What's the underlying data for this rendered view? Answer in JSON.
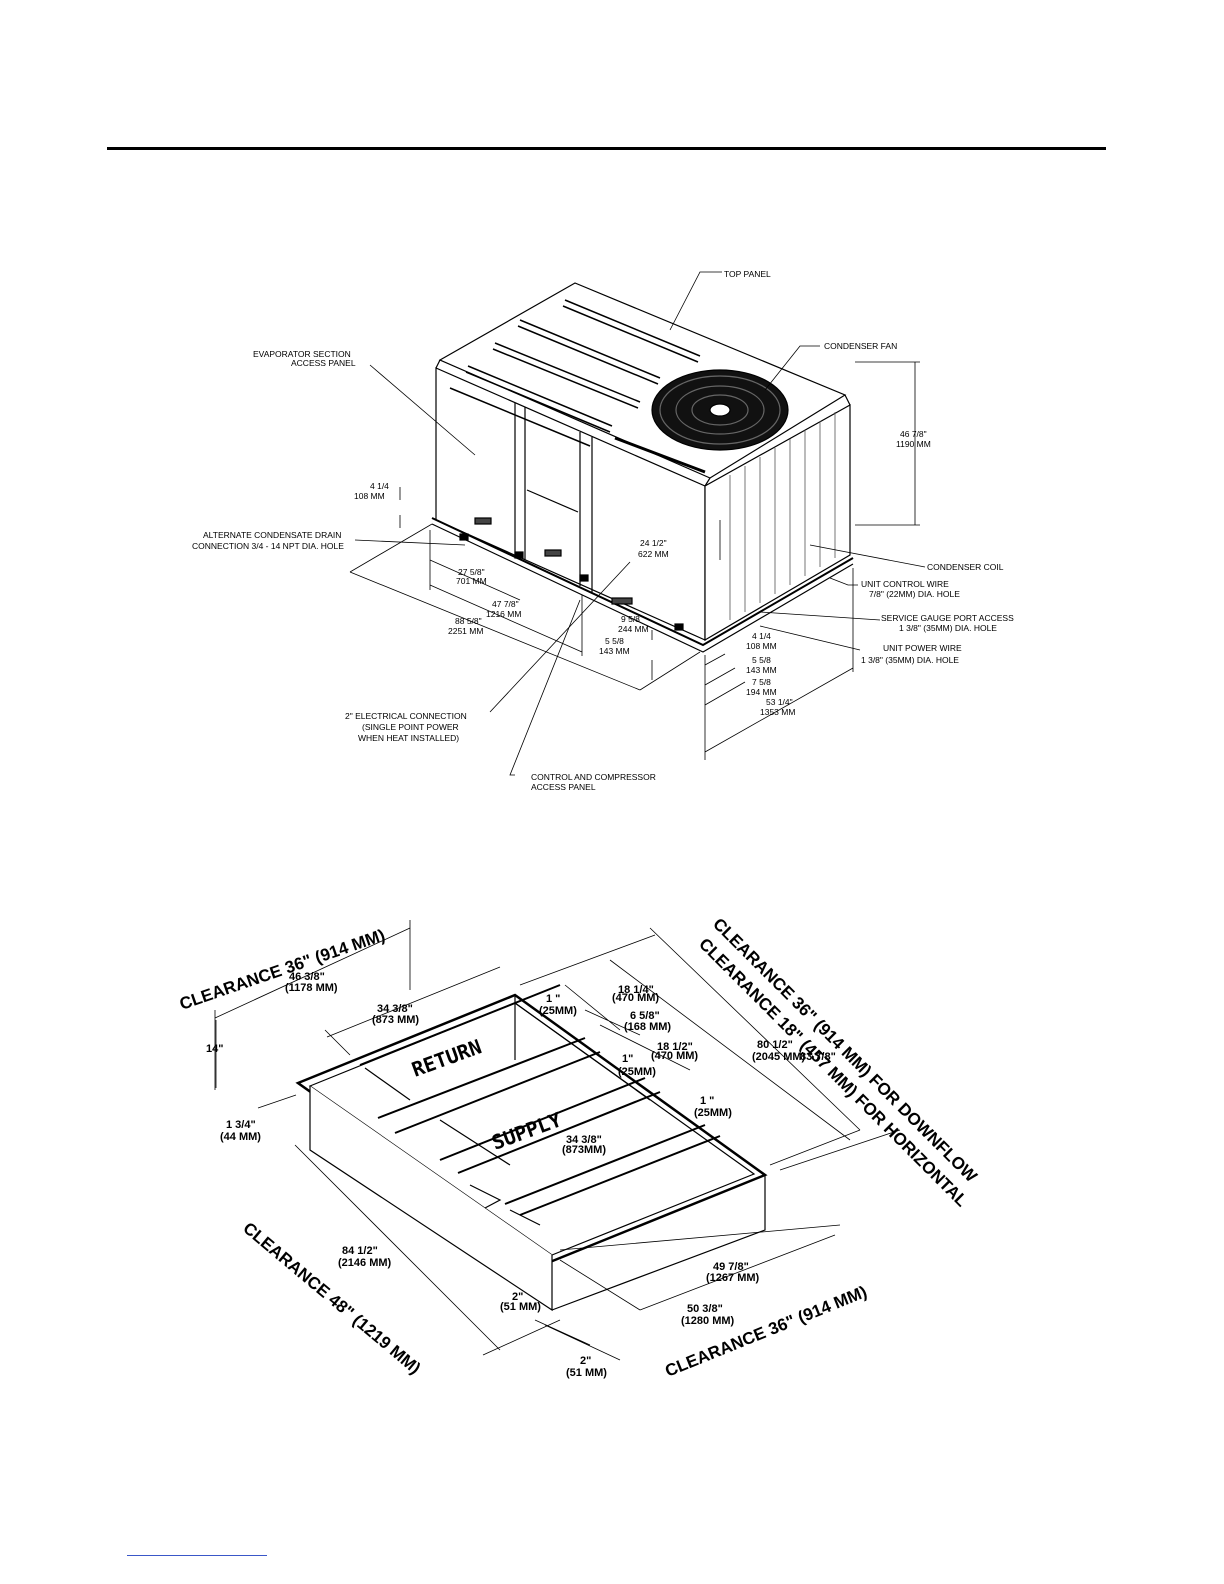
{
  "unit_labels": {
    "top_panel": "TOP PANEL",
    "condenser_fan": "CONDENSER FAN",
    "evap_access_1": "EVAPORATOR SECTION",
    "evap_access_2": "ACCESS PANEL",
    "alt_drain_1": "ALTERNATE CONDENSATE DRAIN",
    "alt_drain_2": "CONNECTION  3/4 - 14 NPT DIA. HOLE",
    "condenser_coil": "CONDENSER COIL",
    "control_wire_1": "UNIT CONTROL WIRE",
    "control_wire_2": "7/8\" (22MM) DIA. HOLE",
    "gauge_port_1": "SERVICE GAUGE PORT ACCESS",
    "gauge_port_2": "1 3/8\" (35MM) DIA. HOLE",
    "power_wire_1": "UNIT POWER WIRE",
    "power_wire_2": "1 3/8\" (35MM) DIA. HOLE",
    "elec_1": "2\" ELECTRICAL CONNECTION",
    "elec_2": "(SINGLE POINT POWER",
    "elec_3": "WHEN HEAT INSTALLED)",
    "ctrl_panel_1": "CONTROL AND COMPRESSOR",
    "ctrl_panel_2": "ACCESS PANEL"
  },
  "unit_dims": {
    "height_in": "46 7/8\"",
    "height_mm": "1190 MM",
    "d1_in": "4 1/4",
    "d1_mm": "108 MM",
    "d2_in": "24 1/2\"",
    "d2_mm": "622 MM",
    "d3_in": "27 5/8\"",
    "d3_mm": "701 MM",
    "d4_in": "47 7/8\"",
    "d4_mm": "1216 MM",
    "d5_in": "88 5/8\"",
    "d5_mm": "2251 MM",
    "d6_in": "9 5/8",
    "d6_mm": "244 MM",
    "d7_in": "5 5/8",
    "d7_mm": "143 MM",
    "d8_in": "4 1/4",
    "d8_mm": "108 MM",
    "d9_in": "5 5/8",
    "d9_mm": "143 MM",
    "d10_in": "7 5/8",
    "d10_mm": "194 MM",
    "d11_in": "53 1/4\"",
    "d11_mm": "1353 MM"
  },
  "curb": {
    "clear_top_left": "CLEARANCE 36\" (914 MM)",
    "clear_right_1": "CLEARANCE 36\" (914 MM) FOR DOWNFLOW",
    "clear_right_2": "CLEARANCE 18\" (457 MM) FOR HORIZONTAL",
    "clear_bottom_left": "CLEARANCE 48\" (1219 MM)",
    "clear_bottom_right": "CLEARANCE 36\" (914 MM)",
    "return_label": "RETURN",
    "supply_label": "SUPPLY",
    "a_in": "46 3/8\"",
    "a_mm": "(1178 MM)",
    "b_in": "34 3/8\"",
    "b_mm": "(873 MM)",
    "c_in": "14\"",
    "e_in": "1 3/4\"",
    "e_mm": "(44 MM)",
    "f_in": "1 \"",
    "f_mm": "(25MM)",
    "g_in": "18 1/4\"",
    "g_mm": "(470 MM)",
    "h_in": "6 5/8\"",
    "h_mm": "(168 MM)",
    "i_in": "18 1/2\"",
    "i_mm": "(470 MM)",
    "j_in": "1\"",
    "j_mm": "(25MM)",
    "k_in": "1 \"",
    "k_mm": "(25MM)",
    "l_in": "80 1/2\"",
    "l_mm": "(2045 MM)",
    "m_in": "83 7/8\"",
    "n_in": "34 3/8\"",
    "n_mm": "(873MM)",
    "o_in": "84 1/2\"",
    "o_mm": "(2146 MM)",
    "p_in": "49 7/8\"",
    "p_mm": "(1267 MM)",
    "q_in": "50 3/8\"",
    "q_mm": "(1280 MM)",
    "r_in": "2\"",
    "r_mm": "(51 MM)",
    "s_in": "2\"",
    "s_mm": "(51 MM)"
  }
}
